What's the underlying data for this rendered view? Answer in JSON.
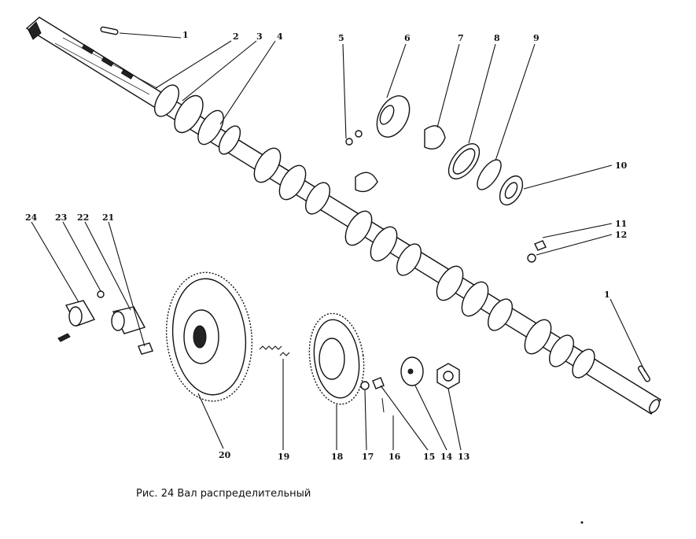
{
  "caption": "Рис. 24 Вал распределительный",
  "callouts": [
    "1",
    "2",
    "3",
    "4",
    "5",
    "6",
    "7",
    "8",
    "9",
    "10",
    "11",
    "12",
    "1",
    "13",
    "14",
    "15",
    "16",
    "17",
    "18",
    "19",
    "20",
    "21",
    "22",
    "23",
    "24"
  ]
}
